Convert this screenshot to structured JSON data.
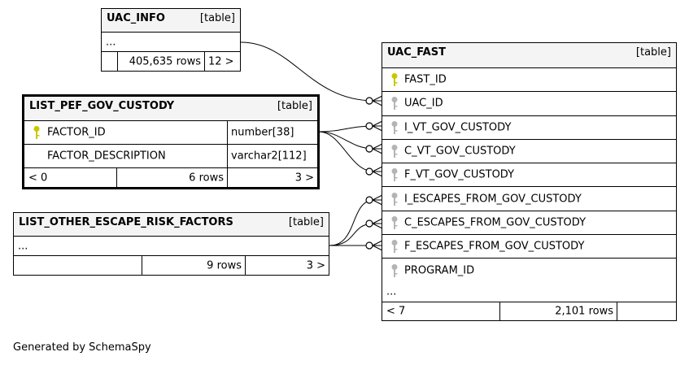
{
  "footer": "Generated by SchemaSpy",
  "key_colors": {
    "primary": "#c8c800",
    "foreign": "#b4b4b4"
  },
  "uac_info": {
    "name": "UAC_INFO",
    "kind": "[table]",
    "ellipsis": "...",
    "stats": {
      "left": "",
      "rows": "405,635 rows",
      "right": "12 >"
    }
  },
  "list_pef": {
    "name": "LIST_PEF_GOV_CUSTODY",
    "kind": "[table]",
    "columns": [
      {
        "name": "FACTOR_ID",
        "type": "number[38]",
        "key": "primary-key-icon"
      },
      {
        "name": "FACTOR_DESCRIPTION",
        "type": "varchar2[112]",
        "key": ""
      }
    ],
    "stats": {
      "left": "< 0",
      "rows": "6 rows",
      "right": "3 >"
    }
  },
  "list_other": {
    "name": "LIST_OTHER_ESCAPE_RISK_FACTORS",
    "kind": "[table]",
    "ellipsis": "...",
    "stats": {
      "left": "",
      "rows": "9 rows",
      "right": "3 >"
    }
  },
  "uac_fast": {
    "name": "UAC_FAST",
    "kind": "[table]",
    "columns": [
      {
        "name": "FAST_ID",
        "key": "primary-key-icon"
      },
      {
        "name": "UAC_ID",
        "key": "foreign-key-icon"
      },
      {
        "name": "I_VT_GOV_CUSTODY",
        "key": "foreign-key-icon"
      },
      {
        "name": "C_VT_GOV_CUSTODY",
        "key": "foreign-key-icon"
      },
      {
        "name": "F_VT_GOV_CUSTODY",
        "key": "foreign-key-icon"
      },
      {
        "name": "I_ESCAPES_FROM_GOV_CUSTODY",
        "key": "foreign-key-icon"
      },
      {
        "name": "C_ESCAPES_FROM_GOV_CUSTODY",
        "key": "foreign-key-icon"
      },
      {
        "name": "F_ESCAPES_FROM_GOV_CUSTODY",
        "key": "foreign-key-icon"
      },
      {
        "name": "PROGRAM_ID",
        "key": "foreign-key-icon"
      }
    ],
    "ellipsis": "...",
    "stats": {
      "left": "< 7",
      "rows": "2,101 rows",
      "right": ""
    }
  }
}
